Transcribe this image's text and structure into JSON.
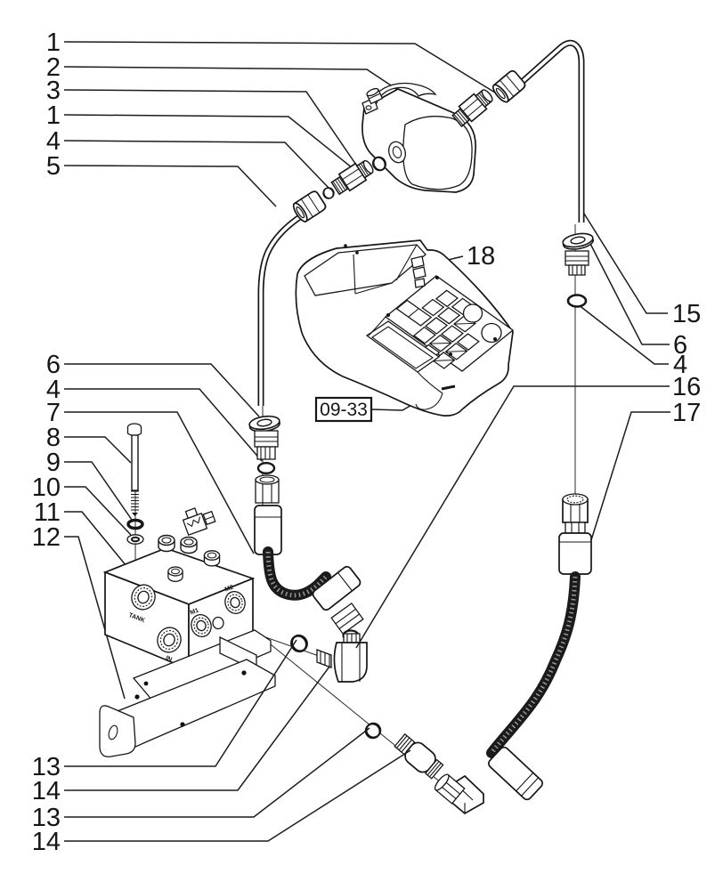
{
  "diagram": {
    "page_ref": "09-33",
    "callouts": {
      "c1a": "1",
      "c2": "2",
      "c3": "3",
      "c1b": "1",
      "c4a": "4",
      "c5": "5",
      "c6a": "6",
      "c4b": "4",
      "c7": "7",
      "c8": "8",
      "c9": "9",
      "c10": "10",
      "c11": "11",
      "c12": "12",
      "c13a": "13",
      "c14a": "14",
      "c13b": "13",
      "c14b": "14",
      "c15": "15",
      "c6b": "6",
      "c4c": "4",
      "c16": "16",
      "c17": "17",
      "c18": "18"
    },
    "valve_ports": {
      "tank": "TANK",
      "in": "IN",
      "m1": "M1",
      "m2": "M2"
    }
  }
}
